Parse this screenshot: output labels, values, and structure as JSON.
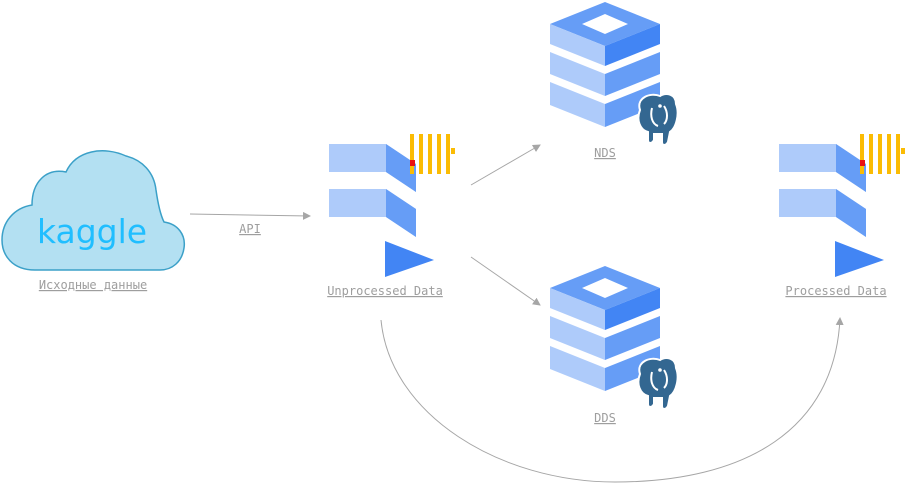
{
  "source": {
    "logo_text": "kaggle",
    "label": "Исходные данные"
  },
  "edges": {
    "api_label": "API"
  },
  "nodes": {
    "unprocessed": {
      "label": "Unprocessed Data"
    },
    "nds": {
      "label": "NDS"
    },
    "dds": {
      "label": "DDS"
    },
    "processed": {
      "label": "Processed Data"
    }
  },
  "icons": {
    "source": "kaggle-cloud-icon",
    "lake": "layered-chevron-storage-icon",
    "stream": "yellow-bars-icon",
    "database": "stacked-database-icon",
    "postgres": "postgresql-elephant-icon"
  },
  "colors": {
    "light_blue": "#aecbfa",
    "mid_blue": "#669df6",
    "dark_blue": "#4285f4",
    "yellow": "#fbbc04",
    "red_accent": "#ea1010",
    "cloud_fill": "#b3e0f2",
    "cloud_stroke": "#3ba0c8",
    "kaggle_text": "#20beff",
    "postgres_blue": "#336791",
    "label_gray": "#9e9e9e",
    "arrow_gray": "#a6a6a6"
  }
}
